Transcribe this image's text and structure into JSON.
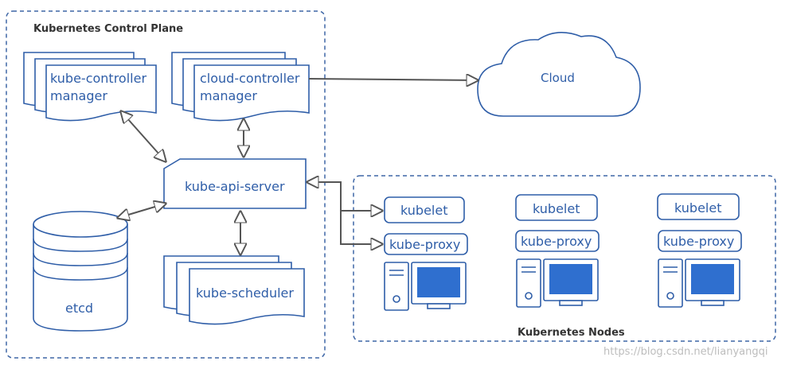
{
  "control_plane": {
    "title": "Kubernetes Control Plane",
    "kube_controller_manager": [
      "kube-controller",
      "manager"
    ],
    "cloud_controller_manager": [
      "cloud-controller",
      "manager"
    ],
    "kube_api_server": "kube-api-server",
    "etcd": "etcd",
    "kube_scheduler": "kube-scheduler"
  },
  "cloud": "Cloud",
  "nodes": {
    "title": "Kubernetes Nodes",
    "items": [
      {
        "kubelet": "kubelet",
        "kube_proxy": "kube-proxy"
      },
      {
        "kubelet": "kubelet",
        "kube_proxy": "kube-proxy"
      },
      {
        "kubelet": "kubelet",
        "kube_proxy": "kube-proxy"
      }
    ]
  },
  "watermark": "https://blog.csdn.net/lianyangqi",
  "colors": {
    "accent": "#2f5ea8",
    "border_dashed": "#3e66a6",
    "arrow": "#555555",
    "monitor_screen": "#2f6fcf"
  }
}
